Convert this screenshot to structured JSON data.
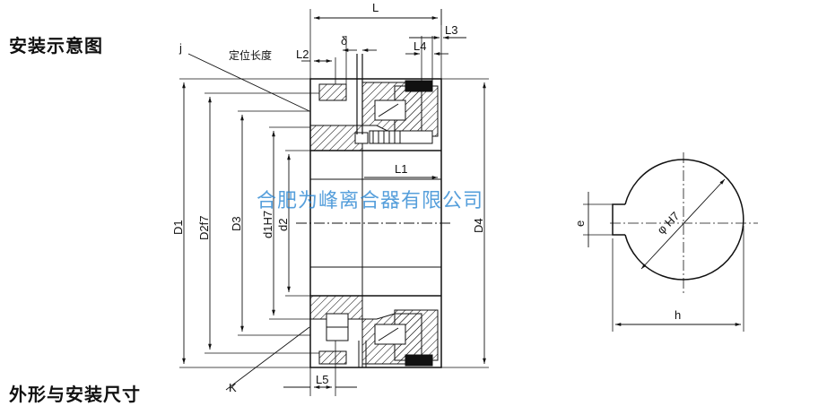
{
  "headings": {
    "install_diagram": "安装示意图",
    "dimensions": "外形与安装尺寸"
  },
  "watermark": "合肥为峰离合器有限公司",
  "labels": {
    "L": "L",
    "L1": "L1",
    "L2": "L2",
    "L3": "L3",
    "L4": "L4",
    "L5": "L5",
    "delta": "δ",
    "j": "j",
    "K": "K",
    "positioning_length": "定位长度",
    "D1": "D1",
    "D2f7": "D2f7",
    "D3": "D3",
    "d1H7": "d1H7",
    "d2": "d2",
    "D4": "D4",
    "e": "e",
    "phiH7": "φ H7",
    "h": "h"
  },
  "colors": {
    "line": "#111111",
    "watermark": "#1e7fd0"
  }
}
